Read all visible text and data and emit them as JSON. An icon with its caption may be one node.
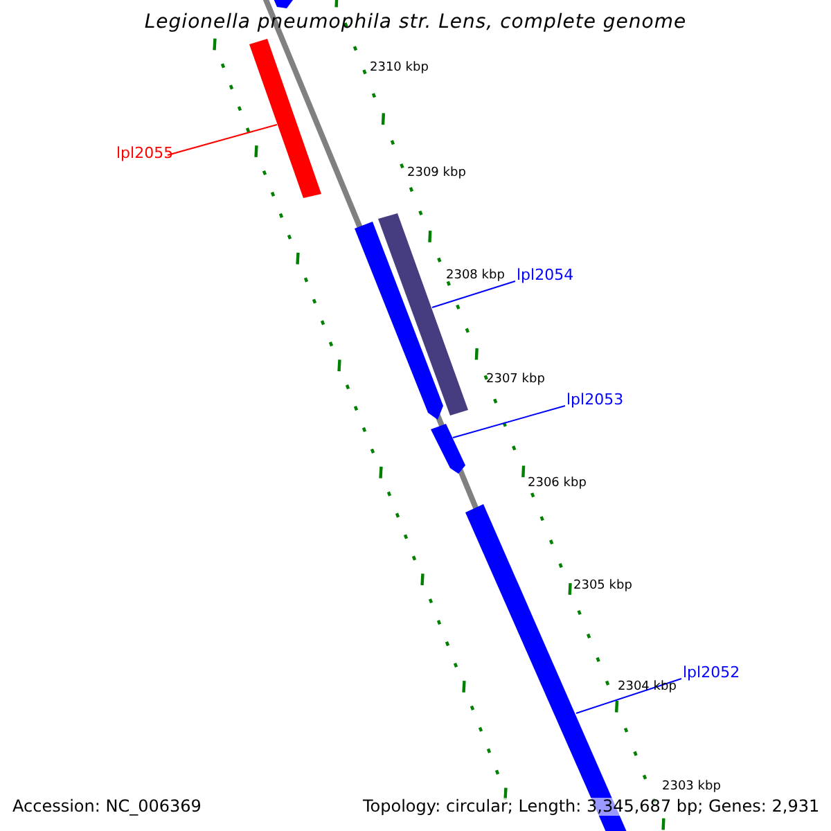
{
  "diagram": {
    "title": "Legionella pneumophila str. Lens, complete genome",
    "nodes": [
      {
        "text": [],
        "shape": "bar"
      },
      {
        "text": [
          "lpl2055"
        ]
      },
      {
        "text": [],
        "shape": "bar"
      },
      {
        "text": [],
        "shape": "bar"
      },
      {
        "text": [
          "lpl2054"
        ]
      },
      {
        "text": [],
        "shape": "bar"
      },
      {
        "text": [
          "lpl2053"
        ]
      },
      {
        "text": [],
        "shape": "bar"
      },
      {
        "text": [
          "lpl2052"
        ]
      },
      {
        "text": [],
        "shape": "bar"
      }
    ],
    "edges": [
      {
        "from": 1,
        "to": 2,
        "arrow": "none",
        "color": "#ff0000"
      },
      {
        "from": 4,
        "to": 5,
        "arrow": "none"
      },
      {
        "from": 6,
        "to": 7,
        "arrow": "none"
      },
      {
        "from": 8,
        "to": 9,
        "arrow": "none"
      }
    ],
    "labels": [
      "2310 kbp",
      "2309 kbp",
      "2308 kbp",
      "2307 kbp",
      "2306 kbp",
      "2305 kbp",
      "2304 kbp",
      "2303 kbp",
      "Accession: NC_006369",
      "Topology: circular; Length: 3,345,687 bp; Genes: 2,931"
    ]
  }
}
